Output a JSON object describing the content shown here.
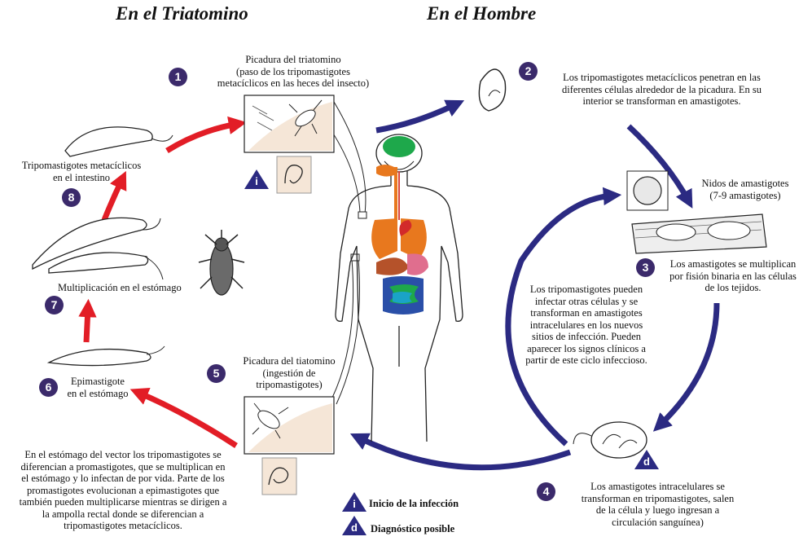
{
  "headers": {
    "vector": "En el Triatomino",
    "human": "En el Hombre"
  },
  "steps": {
    "s1": {
      "num": "1",
      "lines": [
        "Picadura del triatomino",
        "(paso de los tripomastigotes",
        "metacíclicos en las heces del insecto)"
      ]
    },
    "s2": {
      "num": "2",
      "lines": [
        "Los tripomastigotes metacíclicos penetran en las",
        "diferentes células alrededor de la picadura. En su",
        "interior se transforman en amastigotes."
      ]
    },
    "nidos": {
      "lines": [
        "Nidos de amastigotes",
        "(7-9 amastigotes)"
      ]
    },
    "s3": {
      "num": "3",
      "lines": [
        "Los amastigotes se multiplican",
        "por fisión binaria en las células",
        "de los tejidos."
      ]
    },
    "center": {
      "lines": [
        "Los tripomastigotes pueden",
        "infectar otras células y se",
        "transforman en amastigotes",
        "intracelulares en los nuevos",
        "sitios de infección. Pueden",
        "aparecer los signos clínicos a",
        "partir de este ciclo infeccioso."
      ]
    },
    "s4": {
      "num": "4",
      "lines": [
        "Los amastigotes intracelulares se",
        "transforman en tripomastigotes, salen",
        "de la célula y luego ingresan a",
        "circulación sanguínea)"
      ]
    },
    "s5": {
      "num": "5",
      "lines": [
        "Picadura del tiatomino",
        "(ingestión de",
        "tripomastigotes)"
      ]
    },
    "s6": {
      "num": "6",
      "lines": [
        "Epimastigote",
        "en el estómago"
      ]
    },
    "s7": {
      "num": "7",
      "lines": [
        "Multiplicación en el estómago"
      ]
    },
    "s8": {
      "num": "8",
      "lines": [
        "Tripomastigotes metacíclicos",
        "en el intestino"
      ]
    },
    "stomach": {
      "lines": [
        "En el estómago del vector los tripomastigotes se",
        "diferencian a promastigotes, que se multiplican en",
        "el estómago y lo infectan de por vida. Parte de los",
        "promastigotes evolucionan a epimastigotes que",
        "también pueden multiplicarse mientras se dirigen a",
        "la ampolla rectal donde se diferencian a",
        "tripomastigotes metacíclicos."
      ]
    }
  },
  "markers": {
    "infection": "i",
    "diagnosis": "d"
  },
  "legend": {
    "infection": "Inicio de la infección",
    "diagnosis": "Diagnóstico posible"
  },
  "colors": {
    "vector_arrow": "#e21d26",
    "human_arrow": "#2b2a82",
    "badge": "#3b2a6b"
  }
}
